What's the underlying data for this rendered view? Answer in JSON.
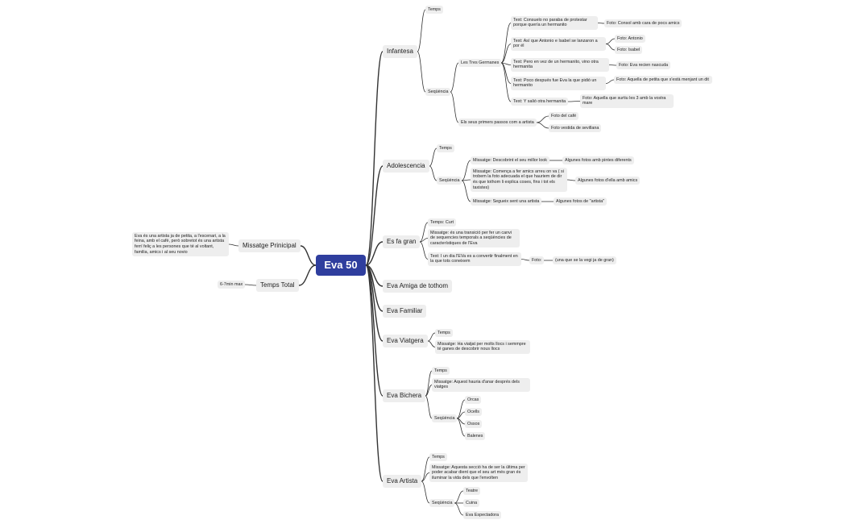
{
  "root": {
    "label": "Eva 50"
  },
  "left": {
    "missatge": {
      "label": "Missatge Prinicipal",
      "text": "Eva és una artista ja de petita, a l'escenari, a la feina, amb el cafè, però sobretot és una artista ferrí feliç a les persones que té al voltant, familia, amics i al seu novio"
    },
    "temps_total": {
      "label": "Temps Total",
      "value": "6-7min max"
    }
  },
  "infantesa": {
    "label": "Infantesa",
    "temps": "Temps",
    "sequencia": "Seqüència",
    "tres_germanes": "Les Tres Germanes",
    "texts": [
      {
        "text": "Text: Consuelo no paraba de protestar porque quería un hermanito",
        "fotos": [
          "Foto: Consol amb cara de pocs amics"
        ]
      },
      {
        "text": "Text: Así que Antonio e Isabel se lanzaron a por él",
        "fotos": [
          "Foto: Antonio",
          "Foto: Isabel"
        ]
      },
      {
        "text": "Text: Pero en vez de un hermanito, vino otra hermanita",
        "fotos": [
          "Foto: Eva recien nascuda"
        ]
      },
      {
        "text": "Text: Poco después fue Eva la que pidió un hermanito",
        "fotos": [
          "Foto: Aquella de petita que s'està menjant un dit"
        ]
      },
      {
        "text": "Text: Y salió otra hermanita",
        "fotos": [
          "Foto: Aquella que surtiu les 3 amb la vostra mare"
        ]
      }
    ],
    "primers_passos": {
      "label": "Els seus primers passos com a artista",
      "fotos": [
        "Foto del café",
        "Foto vestida de sevillana"
      ]
    }
  },
  "adolescencia": {
    "label": "Adolescencia",
    "temps": "Temps",
    "sequencia": "Seqüència",
    "items": [
      {
        "text": "Missatge: Descobrint el seu millor look",
        "foto": "Algunes fotos amb pintes diferents"
      },
      {
        "text": "Missatge: Comença a fer amics arreu on va ( si trobem la foto adecuada el que hauriem de dir és que tothom li explica coses, fins i tot els taxistes)",
        "foto": "Algunes fotos d'ella amb amics"
      },
      {
        "text": "Missatge: Segueix sent una artista",
        "foto": "Algunes fotos de \"artista\""
      }
    ]
  },
  "es_fa_gran": {
    "label": "Es fa gran",
    "temps": "Temps: Curt",
    "missatge": "Missatge: és una transició per fer un canvi de sequencies temporals a seqüències de característiques de l'Eva",
    "text": "Text: I un dia l'EVa es a convertir finalment en la que tots coneixem",
    "foto": "Foto:",
    "foto_detail": "(una que se la vegi ja de gran)"
  },
  "amiga": {
    "label": "Eva Amiga de tothom"
  },
  "familiar": {
    "label": "Eva Familiar"
  },
  "viatgera": {
    "label": "Eva Viatgera",
    "temps": "Temps",
    "missatge": "Missatge: Ha viatjat per molts llocs i semmpre té ganes de descobrir nous llocs"
  },
  "bichera": {
    "label": "Eva Bichera",
    "temps": "Temps",
    "missatge": "Missatge: Aquest hauria d'anar després dels viatges",
    "sequencia": "Seqüència",
    "items": [
      "Orcas",
      "Ocells",
      "Ossos",
      "Balenes"
    ]
  },
  "artista": {
    "label": "Eva Artista",
    "temps": "Temps",
    "missatge": "Missatge: Aquesta secció ha de ser la última per poder acabar dient que el seu art més gran és iluminar la vida dels que l'envolten",
    "sequencia": "Seqüència",
    "items": [
      "Teatre",
      "Cuina",
      "Eva Espectadora"
    ]
  },
  "colors": {
    "root": "#2f3e9e",
    "node": "#eeeeee",
    "line": "#333333"
  }
}
